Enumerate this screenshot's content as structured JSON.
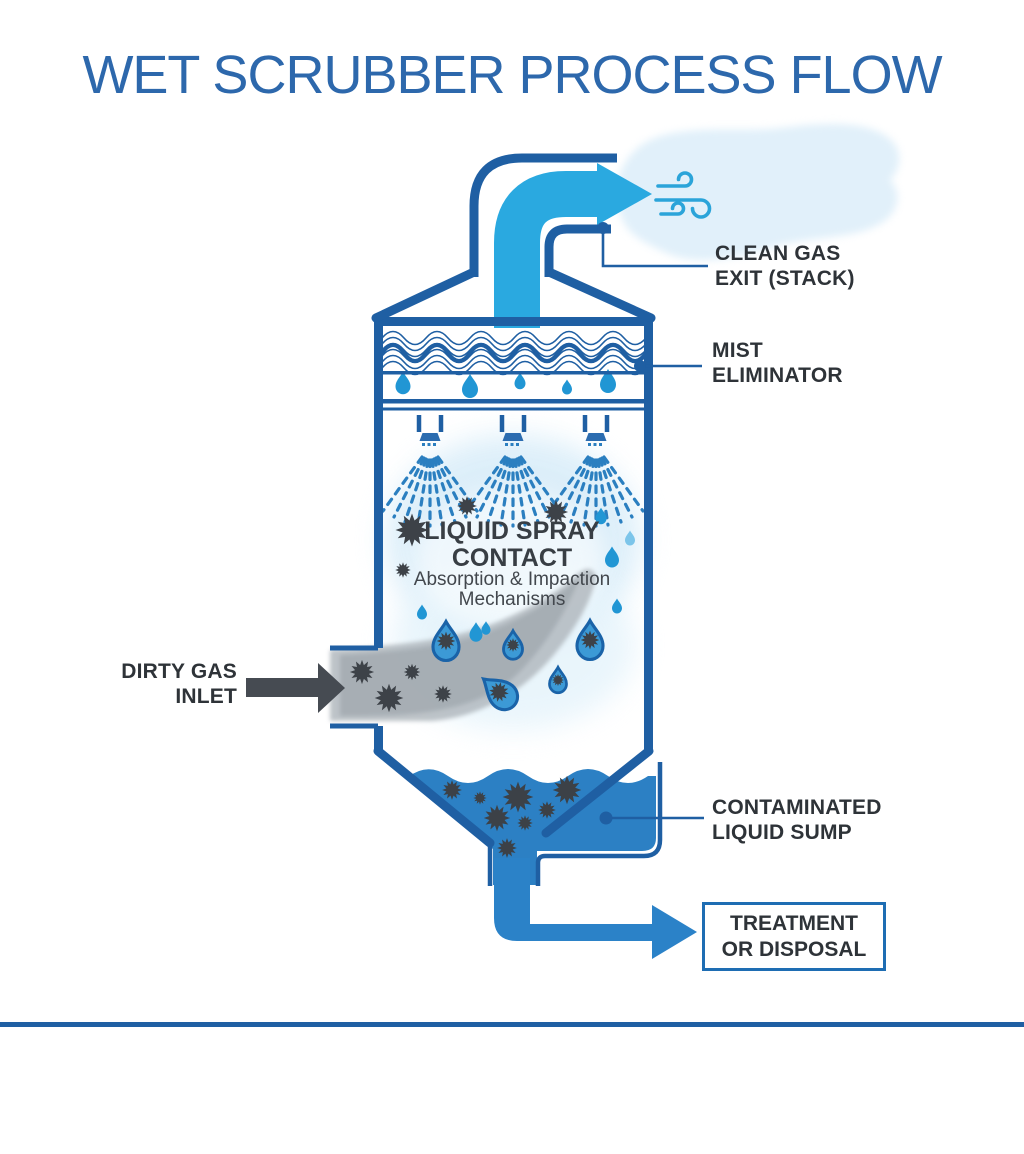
{
  "title": {
    "text": "WET SCRUBBER PROCESS FLOW",
    "color": "#2d68ac"
  },
  "labels": {
    "clean_gas_exit": {
      "line1": "CLEAN GAS",
      "line2": "EXIT (STACK)"
    },
    "mist_eliminator": {
      "line1": "MIST",
      "line2": "ELIMINATOR"
    },
    "liquid_spray_contact": {
      "line1": "LIQUID SPRAY",
      "line2": "CONTACT",
      "sub_line1": "Absorption & Impaction",
      "sub_line2": "Mechanisms"
    },
    "dirty_gas_inlet": {
      "line1": "DIRTY GAS",
      "line2": "INLET"
    },
    "contaminated_liquid_sump": {
      "line1": "CONTAMINATED",
      "line2": "LIQUID SUMP"
    },
    "treatment_or_disposal": {
      "line1": "TREATMENT",
      "line2": "OR DISPOSAL"
    }
  },
  "icons": {
    "wind_icon": "wind gust curls at stack exit",
    "clean_gas_arrow_icon": "light-blue curved arrow out of stack",
    "dirty_gas_arrow_icon": "dark solid arrow into inlet",
    "drain_arrow_icon": "blue elbow arrow to treatment box",
    "droplet_icon": "teardrop liquid droplet",
    "particle_icon": "spiked contaminant particle",
    "spray_nozzle_icon": "spray nozzle with dashed fan",
    "mist_eliminator_pattern": "wavy mesh band"
  },
  "colors": {
    "outline_blue": "#1f5fa3",
    "title_blue": "#2d68ac",
    "clean_gas_arrow": "#2aa9e0",
    "liquid_blue": "#2c80c4",
    "droplet_blue": "#2196d4",
    "spray_blue": "#2b7fc0",
    "particle_charcoal": "#3d4248",
    "label_charcoal": "#2e3338"
  }
}
